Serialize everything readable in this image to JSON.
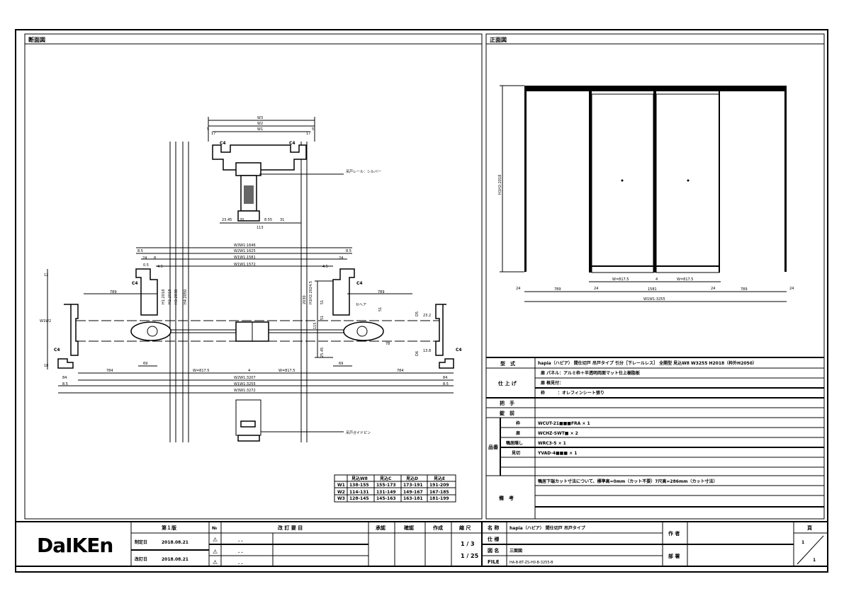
{
  "panels": {
    "section_title": "断面図",
    "front_title": "正面図"
  },
  "section": {
    "top_labels": [
      "W3",
      "W2",
      "W1"
    ],
    "top_small": [
      "5",
      "4",
      "17",
      "17",
      "4",
      "5"
    ],
    "c4": "C4",
    "rail_label": "吊戸レール：シルバー",
    "guide_label": "吊戸ガイドピン",
    "rail_dims": [
      "23.45",
      "20",
      "8.55",
      "31",
      "113"
    ],
    "dims_top": [
      "W3W1:1646",
      "W2W1:1625",
      "W1W1:1581",
      "W1W1:1572"
    ],
    "dims_side": [
      "8.5",
      "8.5",
      "24",
      "24",
      "0.5",
      "8",
      "4.5",
      "4.5"
    ],
    "dims_open": [
      "789",
      "789"
    ],
    "dims_bottom": [
      "784",
      "784",
      "W=817.5",
      "4",
      "W=817.5",
      "W2W1:3207",
      "W1W1:3255",
      "W3W1:3272",
      "84",
      "84",
      "8.5",
      "8.5",
      "69",
      "69"
    ],
    "dims_vertical": [
      "H1:2018",
      "H2:2018",
      "H3:2038",
      "H4:2050",
      "2030",
      "H1H2:2024.5",
      "12",
      "18",
      "W1",
      "W2",
      "51",
      "51",
      "115",
      "51",
      "25.45",
      "D5",
      "D6",
      "78",
      "23.2",
      "13.8"
    ],
    "sepa": "セヘア"
  },
  "front": {
    "height_dim": "H1H2:2018",
    "door_widths": [
      "W=817.5",
      "4",
      "W=817.5"
    ],
    "bottom_dims": [
      "24",
      "789",
      "24",
      "1581",
      "24",
      "789",
      "24"
    ],
    "total": "W1W1:3255"
  },
  "size_table": {
    "headers": [
      "",
      "見込W8",
      "見込C",
      "見込D",
      "見込E"
    ],
    "rows": [
      [
        "W1",
        "138-155",
        "155-173",
        "173-191",
        "191-209"
      ],
      [
        "W2",
        "114-131",
        "131-149",
        "149-167",
        "167-185"
      ],
      [
        "W3",
        "128-145",
        "145-163",
        "163-181",
        "181-199"
      ]
    ]
  },
  "spec": {
    "model_label": "型　式",
    "model": "hapia（ハピア） 間仕切戸 吊戸タイプ 引分［下レールレス］ 全開型 見込W8 W3255 H2018（枠外H2050）",
    "finish_label": "仕 上 げ",
    "finish": [
      "扉 パネル：アルミ枠＋半透明両面マット仕上樹脂板",
      "扉 框見付：",
      "枠　　　：オレフィンシート張り"
    ],
    "handle_label": "把　手",
    "handle": "",
    "lock_label": "錠　前",
    "lock": "",
    "parts_label": "品番",
    "parts": [
      {
        "name": "枠",
        "value": "WCUT-21■■■FRA × 1"
      },
      {
        "name": "扉",
        "value": "WCHZ-SWT■ × 2"
      },
      {
        "name": "鴨居隠し",
        "value": "WRC3-5 × 1"
      },
      {
        "name": "見切",
        "value": "YVAD-4■■■ × 1"
      },
      {
        "name": "",
        "value": ""
      },
      {
        "name": "",
        "value": ""
      }
    ],
    "notes_label": "備　考",
    "notes": [
      "鴨居下端カット寸法について、標準高=0mm（カット不要）7尺高=286mm（カット寸法）",
      "",
      "",
      ""
    ]
  },
  "title_block": {
    "logo": "DaIKEn",
    "edition": "第１版",
    "created_label": "制定日",
    "created_date": "2018.08.21",
    "revised_label": "改訂日",
    "revised_date": "2018.08.21",
    "no_label": "№",
    "revision_header": "改 訂 要 目",
    "revision_rows": [
      ". .",
      ". .",
      ". ."
    ],
    "approve": "承認",
    "check": "確認",
    "create": "作成",
    "scale_label": "縮 尺",
    "scales": [
      "1 / 3",
      "1 / 25"
    ],
    "name_label": "名 称",
    "name": "hapia（ハピア） 間仕切戸 吊戸タイプ",
    "spec_label": "仕 様",
    "spec_value": "",
    "drawing_label": "図 名",
    "drawing_name": "三面図",
    "file_label": "FILE",
    "file": "HA-B-BT-ZS-H0-B-3255-B",
    "author_label": "作 者",
    "dept_label": "部 署",
    "page_label": "頁",
    "page": "1",
    "pages": "1"
  }
}
